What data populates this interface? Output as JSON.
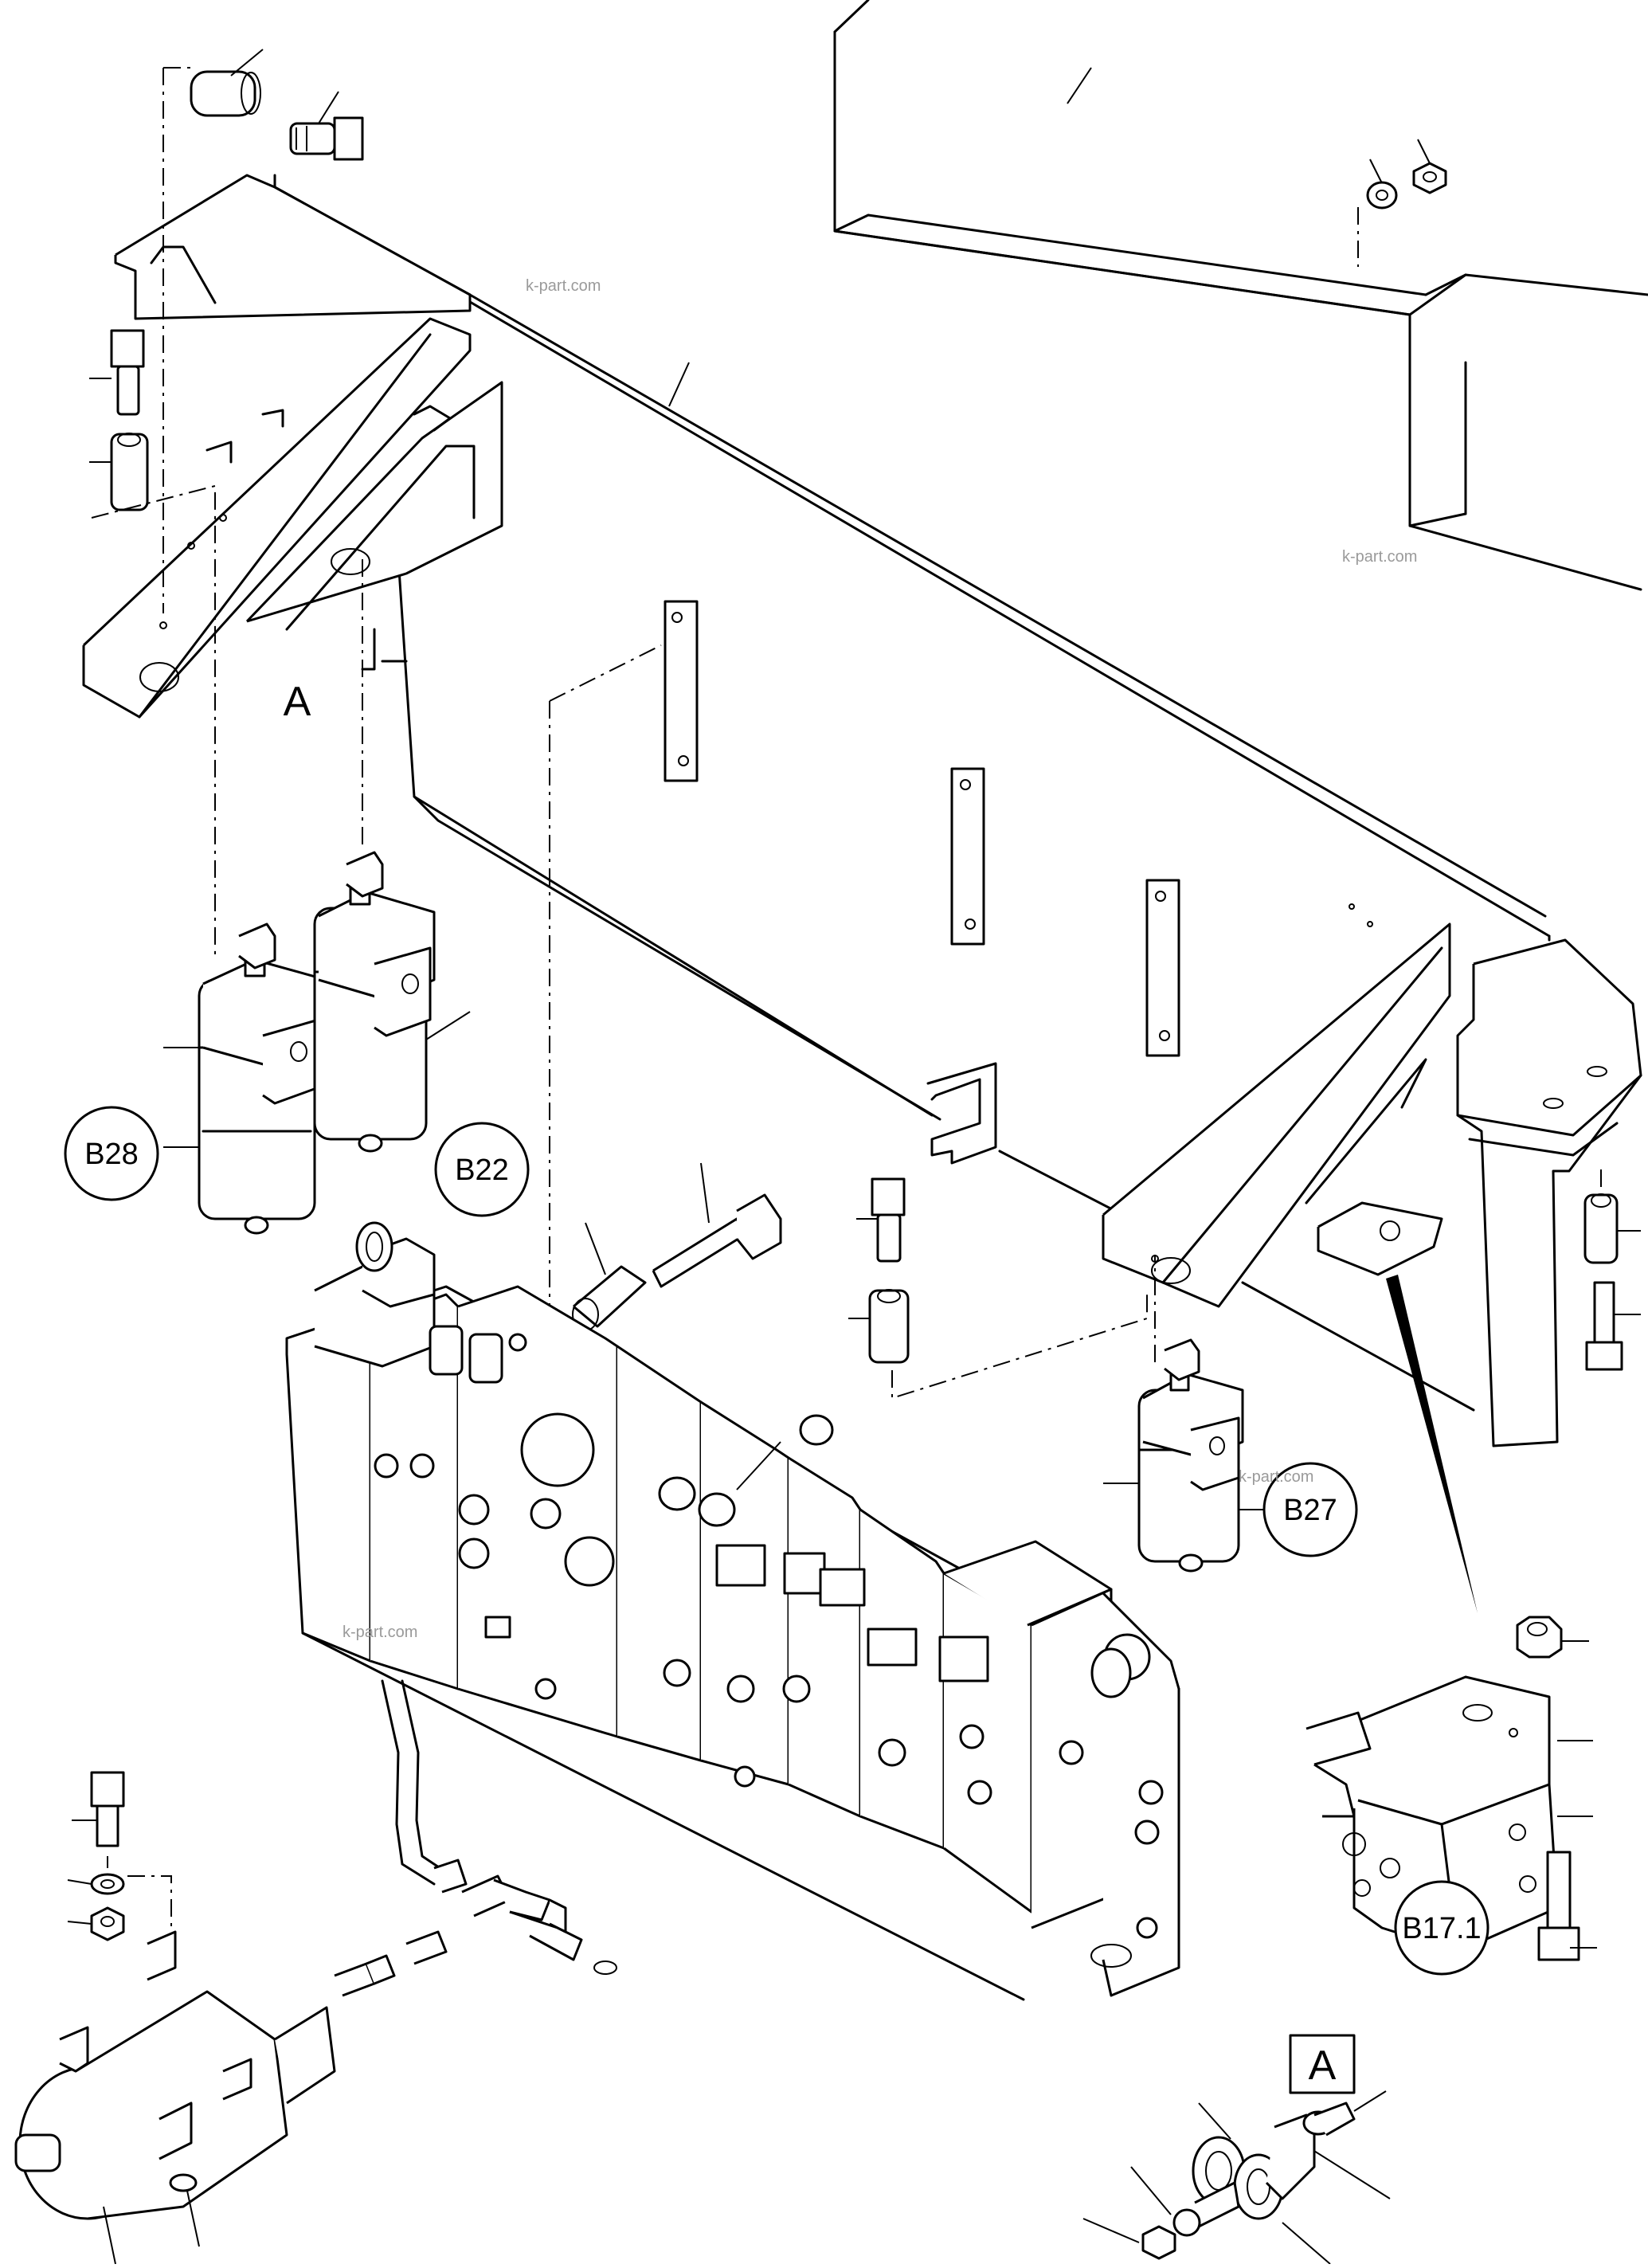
{
  "watermarks": [
    "k-part.com",
    "k-part.com",
    "k-part.com",
    "k-part.com"
  ],
  "callouts": {
    "b28": "B28",
    "b22": "B22",
    "b27": "B27",
    "b17_1": "B17.1"
  },
  "detail_labels": {
    "a_main": "A",
    "a_detail": "A"
  },
  "colors": {
    "line": "#000000",
    "background": "#ffffff",
    "watermark": "#9a9a9a"
  }
}
